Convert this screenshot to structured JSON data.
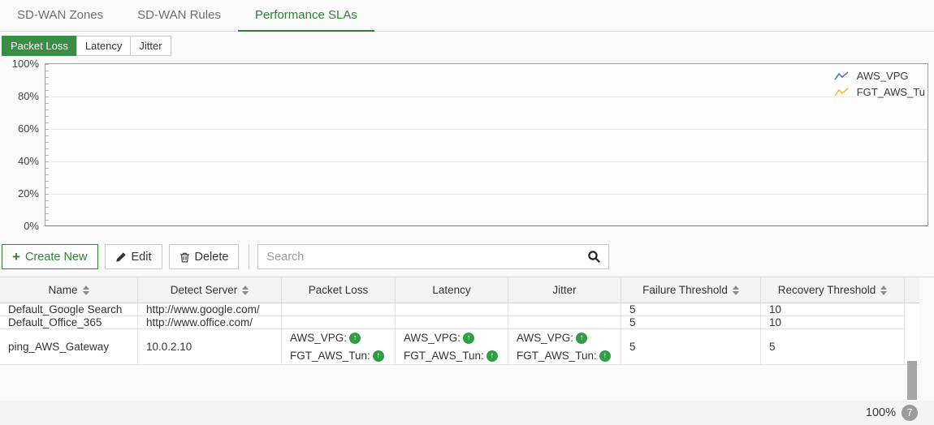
{
  "tabs": [
    {
      "label": "SD-WAN Zones",
      "active": false
    },
    {
      "label": "SD-WAN Rules",
      "active": false
    },
    {
      "label": "Performance SLAs",
      "active": true
    }
  ],
  "subtabs": [
    {
      "label": "Packet Loss",
      "active": true
    },
    {
      "label": "Latency",
      "active": false
    },
    {
      "label": "Jitter",
      "active": false
    }
  ],
  "chart": {
    "type": "line",
    "y_ticks": [
      "100%",
      "80%",
      "60%",
      "40%",
      "20%",
      "0%"
    ],
    "ylim": [
      0,
      100
    ],
    "grid": true,
    "legend_position": "top-right",
    "series": [
      {
        "name": "AWS_VPG",
        "color": "#4a7ebb",
        "values": []
      },
      {
        "name": "FGT_AWS_Tu",
        "color": "#f2c12e",
        "values": []
      }
    ]
  },
  "toolbar": {
    "create_label": "Create New",
    "edit_label": "Edit",
    "delete_label": "Delete",
    "search_placeholder": "Search"
  },
  "icons": {
    "plus": "+",
    "up_arrow": "↑"
  },
  "table": {
    "columns": [
      {
        "label": "Name",
        "sortable": true
      },
      {
        "label": "Detect Server",
        "sortable": true
      },
      {
        "label": "Packet Loss",
        "sortable": false
      },
      {
        "label": "Latency",
        "sortable": false
      },
      {
        "label": "Jitter",
        "sortable": false
      },
      {
        "label": "Failure Threshold",
        "sortable": true
      },
      {
        "label": "Recovery Threshold",
        "sortable": true
      }
    ],
    "rows": [
      {
        "name": "Default_Google Search",
        "detect_server": "http://www.google.com/",
        "packet_loss": [],
        "latency": [],
        "jitter": [],
        "failure_threshold": "5",
        "recovery_threshold": "10",
        "highlighted": false
      },
      {
        "name": "Default_Office_365",
        "detect_server": "http://www.office.com/",
        "packet_loss": [],
        "latency": [],
        "jitter": [],
        "failure_threshold": "5",
        "recovery_threshold": "10",
        "highlighted": false
      },
      {
        "name": "ping_AWS_Gateway",
        "detect_server": "10.0.2.10",
        "packet_loss": [
          "AWS_VPG:",
          "FGT_AWS_Tun:"
        ],
        "latency": [
          "AWS_VPG:",
          "FGT_AWS_Tun:"
        ],
        "jitter": [
          "AWS_VPG:",
          "FGT_AWS_Tun:"
        ],
        "failure_threshold": "5",
        "recovery_threshold": "5",
        "highlighted": true
      }
    ]
  },
  "footer": {
    "zoom_level": "100%",
    "record_count": "7"
  },
  "colors": {
    "accent_green": "#2f8132",
    "subtab_active_bg": "#3a8d44",
    "highlight_row": "#faf5b5",
    "legend_blue": "#4a7ebb",
    "legend_yellow": "#f2c12e",
    "status_up_green": "#2f9e44",
    "badge_gray": "#9b9b9b"
  }
}
